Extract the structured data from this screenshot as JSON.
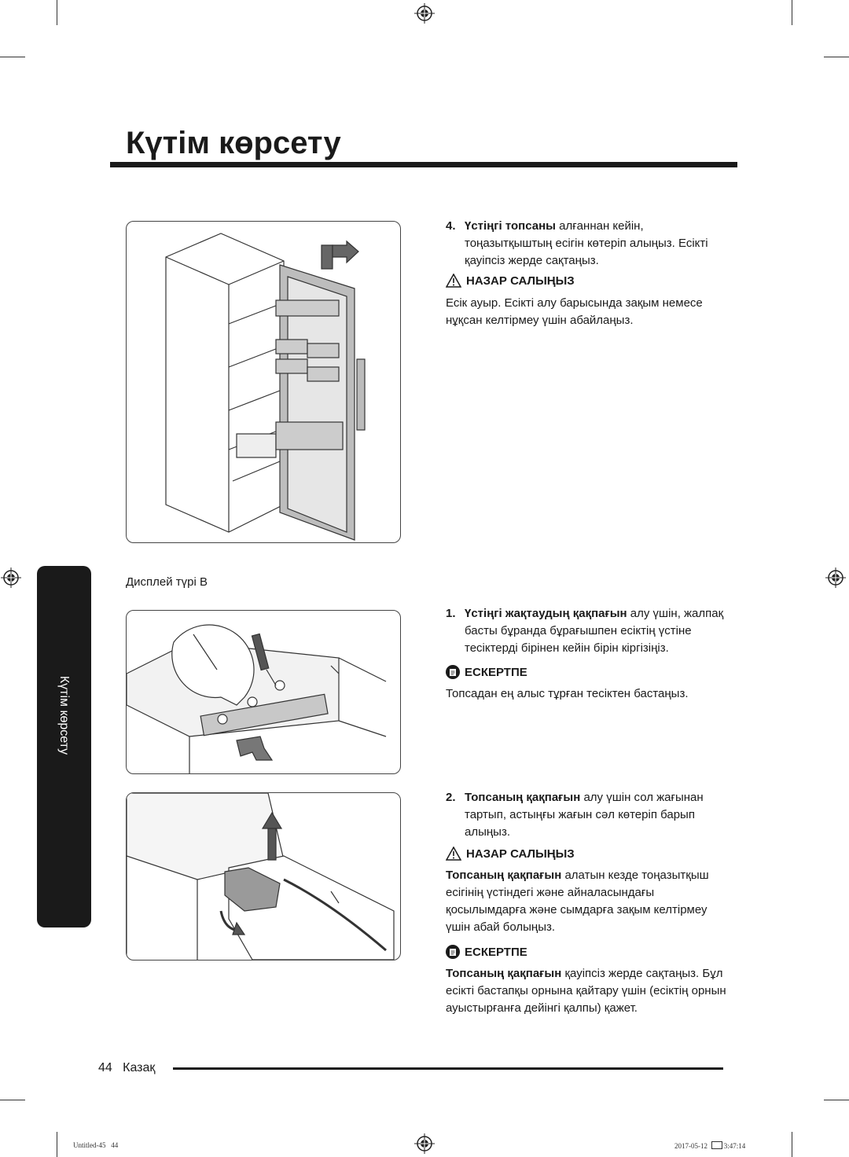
{
  "header": {
    "title": "Күтім көрсету"
  },
  "side_tab": {
    "label": "Күтім көрсету"
  },
  "section_label": "Дисплей түрі B",
  "steps": {
    "s4": {
      "num": "4.",
      "bold": "Үстіңгі топсаны",
      "rest": " алғаннан кейін,",
      "line2": "тоңазытқыштың есігін көтеріп алыңыз. Есікті",
      "line3": "қауіпсіз жерде сақтаңыз."
    },
    "s1": {
      "num": "1.",
      "bold": "Үстіңгі жақтаудың қақпағын",
      "rest": " алу үшін, жалпақ",
      "line2": "басты бұранда бұрағышпен есіктің үстіне",
      "line3": "тесіктерді бірінен кейін бірін кіргізіңіз."
    },
    "s2": {
      "num": "2.",
      "bold": "Топсаның қақпағын",
      "rest": " алу үшін сол жағынан",
      "line2": "тартып, астыңғы жағын сәл көтеріп барып",
      "line3": "алыңыз."
    }
  },
  "cautions": {
    "c1": {
      "title": "НАЗАР САЛЫҢЫЗ",
      "line1": "Есік ауыр. Есікті алу барысында зақым немесе",
      "line2": "нұқсан келтірмеу үшін абайлаңыз."
    },
    "c2": {
      "title": "НАЗАР САЛЫҢЫЗ",
      "bold": "Топсаның қақпағын",
      "rest": " алатын кезде тоңазытқыш",
      "line2": "есігінің үстіндегі және айналасындағы",
      "line3": "қосылымдарға және сымдарға зақым келтірмеу",
      "line4": "үшін абай болыңыз."
    }
  },
  "notes": {
    "n1": {
      "title": "ЕСКЕРТПЕ",
      "line1": "Топсадан ең алыс тұрған тесіктен бастаңыз."
    },
    "n2": {
      "title": "ЕСКЕРТПЕ",
      "bold": "Топсаның қақпағын",
      "rest": " қауіпсіз жерде сақтаңыз. Бұл",
      "line2": "есікті бастапқы орнына қайтару үшін (есіктің орнын",
      "line3": "ауыстырғанға дейінгі қалпы) қажет."
    }
  },
  "footer": {
    "page_number": "44",
    "language": "Казақ",
    "file_name": "Untitled-45",
    "file_page": "44",
    "date": "2017-05-12",
    "time": "3:47:14"
  },
  "icons": [
    "warning-triangle-icon",
    "note-icon",
    "registration-mark-icon"
  ]
}
